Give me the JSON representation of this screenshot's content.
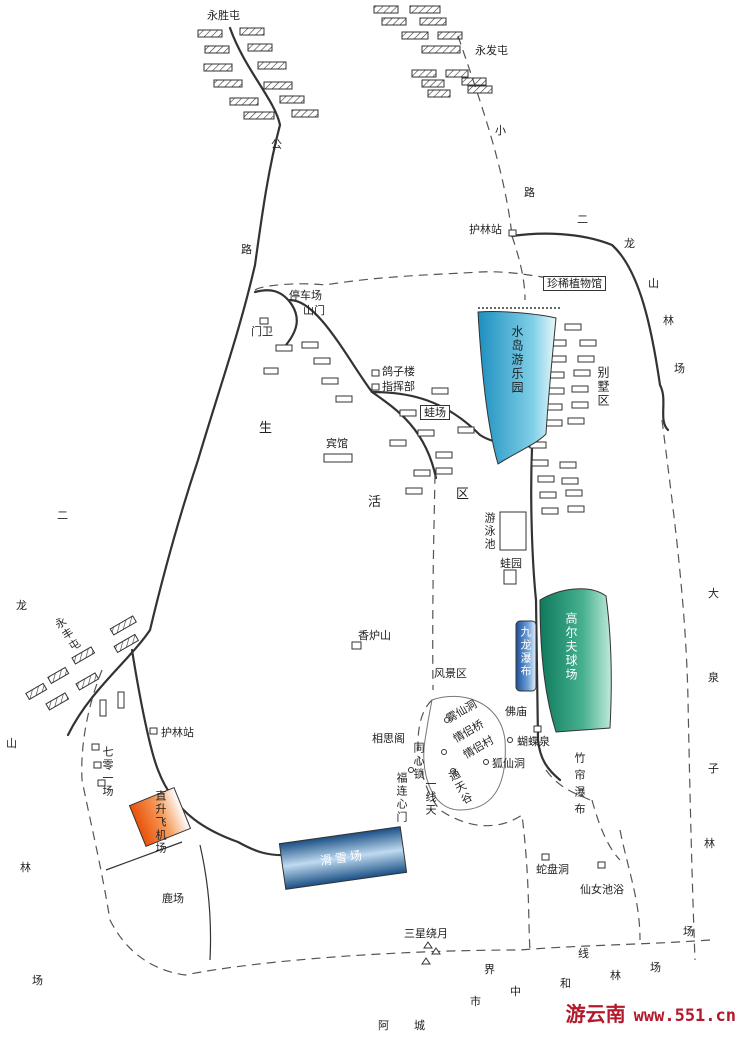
{
  "roads": {
    "gong": "公",
    "lu_left": "路",
    "xiao": "小",
    "lu_right": "路"
  },
  "villages": {
    "yongsheng": "永胜屯",
    "yongfa": "永发屯",
    "yongfeng": "永丰屯"
  },
  "forest_farms": {
    "erlong_left": [
      "二",
      "龙",
      "山",
      "林",
      "场"
    ],
    "erlong_right": [
      "二",
      "龙",
      "山",
      "林",
      "场"
    ],
    "daquanzi": [
      "大",
      "泉",
      "子",
      "林",
      "场"
    ]
  },
  "boundary": {
    "chars": [
      "线",
      "林",
      "场",
      "界",
      "和",
      "中",
      "市",
      "城",
      "阿"
    ]
  },
  "places": {
    "hulinzhan_top": "护林站",
    "rare_plants": "珍稀植物馆",
    "parking": "停车场",
    "shanmen": "山门",
    "menwei": "门卫",
    "gezilou": "鸽子楼",
    "zhihuibu": "指挥部",
    "wachang": "蛙场",
    "binguan": "宾馆",
    "shuidao": "水岛游乐园",
    "bieshu": "别墅区",
    "youyongchi": "游泳池",
    "wayuan": "蛙园",
    "golf": "高尔夫球场",
    "jiulong": "九龙瀑布",
    "xianglu": "香炉山",
    "fengjing": "风景区",
    "fodian": "佛庙",
    "xianrendong": "雾仙洞",
    "qinglvqiao": "情侣桥",
    "qinglvcun": "情侣村",
    "hudie": "蝴蝶泉",
    "huxian": "狐仙洞",
    "xiangsi": "相思阁",
    "tongxin": "同心锁",
    "yixiantian": "一线天",
    "tongtiangu": "通天谷",
    "fulianmen": "福连心门",
    "hulinzhan_bottom": "护林站",
    "qiling": "七零一场",
    "zhisheng": "直升飞机场",
    "huaxue": "滑雪场",
    "luchang": "鹿场",
    "shepan": "蛇盘洞",
    "xiannv": "仙女池浴",
    "zhulian": "竹帘瀑布",
    "sanxing": "三星绕月"
  },
  "life_zone": [
    "生",
    "活",
    "区"
  ],
  "watermark": {
    "name": "游云南",
    "site": "www.551.cn"
  },
  "colors": {
    "water_blue": "#2a98c7",
    "golf_green": "#19886b",
    "ski_blue": "#1f5f9b",
    "heliport_orange": "#ec5a0a",
    "waterfall_blue": "#1d5aa6",
    "watermark_red": "#b3182b"
  }
}
